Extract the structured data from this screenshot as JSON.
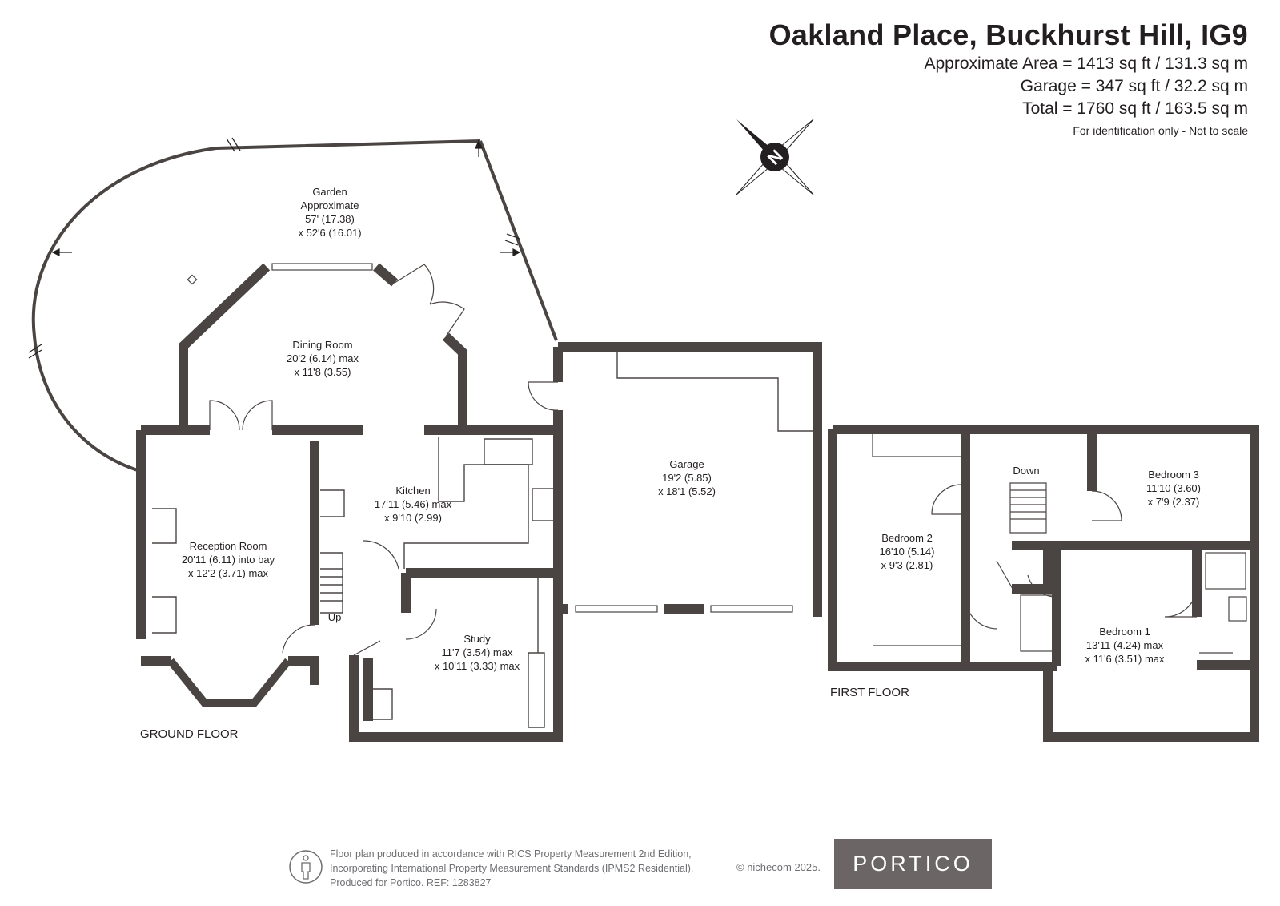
{
  "header": {
    "title": "Oakland Place, Buckhurst Hill, IG9",
    "areas": [
      "Approximate Area = 1413 sq ft / 131.3 sq m",
      "Garage = 347 sq ft / 32.2 sq m",
      "Total = 1760 sq ft / 163.5 sq m"
    ],
    "disclaimer": "For identification only - Not to scale"
  },
  "compass": {
    "label": "N",
    "icon": "compass-rose-icon"
  },
  "rooms": {
    "garden": [
      "Garden",
      "Approximate",
      "57' (17.38)",
      "x 52'6 (16.01)"
    ],
    "dining": [
      "Dining Room",
      "20'2 (6.14) max",
      "x 11'8 (3.55)"
    ],
    "kitchen": [
      "Kitchen",
      "17'11 (5.46) max",
      "x 9'10 (2.99)"
    ],
    "reception": [
      "Reception Room",
      "20'11 (6.11) into bay",
      "x 12'2 (3.71) max"
    ],
    "study": [
      "Study",
      "11'7 (3.54) max",
      "x 10'11 (3.33) max"
    ],
    "garage": [
      "Garage",
      "19'2 (5.85)",
      "x 18'1 (5.52)"
    ],
    "bedroom2": [
      "Bedroom 2",
      "16'10 (5.14)",
      "x 9'3 (2.81)"
    ],
    "bedroom3": [
      "Bedroom 3",
      "11'10 (3.60)",
      "x 7'9 (2.37)"
    ],
    "bedroom1": [
      "Bedroom 1",
      "13'11 (4.24) max",
      "x 11'6 (3.51) max"
    ]
  },
  "labels": {
    "up": "Up",
    "down": "Down",
    "ground_floor": "GROUND FLOOR",
    "first_floor": "FIRST FLOOR"
  },
  "footer": {
    "lines": [
      "Floor plan produced in accordance with RICS Property Measurement 2nd Edition,",
      "Incorporating International Property Measurement Standards (IPMS2 Residential).",
      "Produced for Portico.   REF:  1283827"
    ],
    "copyright": "© nichecom 2025.",
    "brand": "PORTICO"
  },
  "colors": {
    "wall": "#4a4543",
    "text": "#231f20",
    "brand_bg": "#6b6565",
    "footer_text": "#6d6e71"
  }
}
